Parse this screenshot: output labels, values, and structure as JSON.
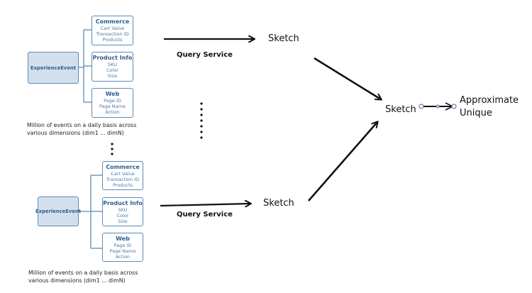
{
  "groups": [
    {
      "root": "ExperienceEvent",
      "boxes": [
        {
          "title": "Commerce",
          "fields": [
            "Cart Value",
            "Transaction ID",
            "Products"
          ]
        },
        {
          "title": "Product Info",
          "fields": [
            "SKU",
            "Color",
            "Size"
          ]
        },
        {
          "title": "Web",
          "fields": [
            "Page ID",
            "Page Name",
            "Action"
          ]
        }
      ],
      "caption": "Million of events on a daily basis across various dimensions (dim1 ... dimN)",
      "query_label": "Query Service",
      "sketch_label": "Sketch"
    },
    {
      "root": "ExperienceEvent",
      "boxes": [
        {
          "title": "Commerce",
          "fields": [
            "Cart Value",
            "Transaction ID",
            "Products"
          ]
        },
        {
          "title": "Product Info",
          "fields": [
            "SKU",
            "Color",
            "Size"
          ]
        },
        {
          "title": "Web",
          "fields": [
            "Page ID",
            "Page Name",
            "Action"
          ]
        }
      ],
      "caption": "Million of events on a daily basis across various dimensions (dim1 ... dimN)",
      "query_label": "Query Service",
      "sketch_label": "Sketch"
    }
  ],
  "merge_sketch_label": "Sketch",
  "result_line1": "Approximate",
  "result_line2": "Unique"
}
